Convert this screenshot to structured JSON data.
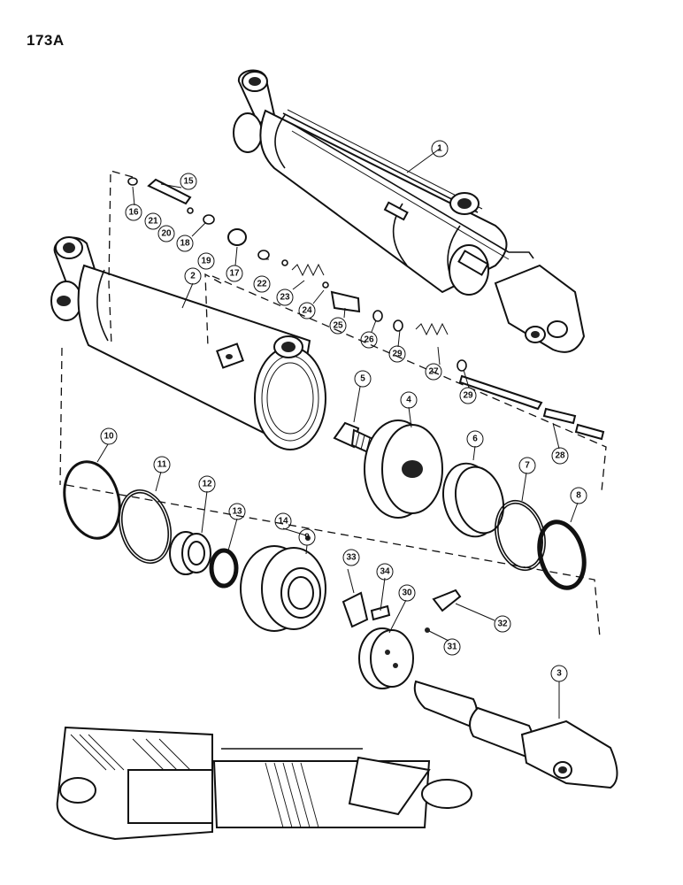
{
  "page_title": "173A",
  "callouts": [
    "1",
    "2",
    "3",
    "4",
    "5",
    "6",
    "7",
    "8",
    "9",
    "10",
    "11",
    "12",
    "13",
    "14",
    "15",
    "16",
    "17",
    "18",
    "19",
    "20",
    "21",
    "22",
    "23",
    "24",
    "25",
    "26",
    "27",
    "28",
    "29",
    "29",
    "30",
    "31",
    "32",
    "33",
    "34"
  ]
}
